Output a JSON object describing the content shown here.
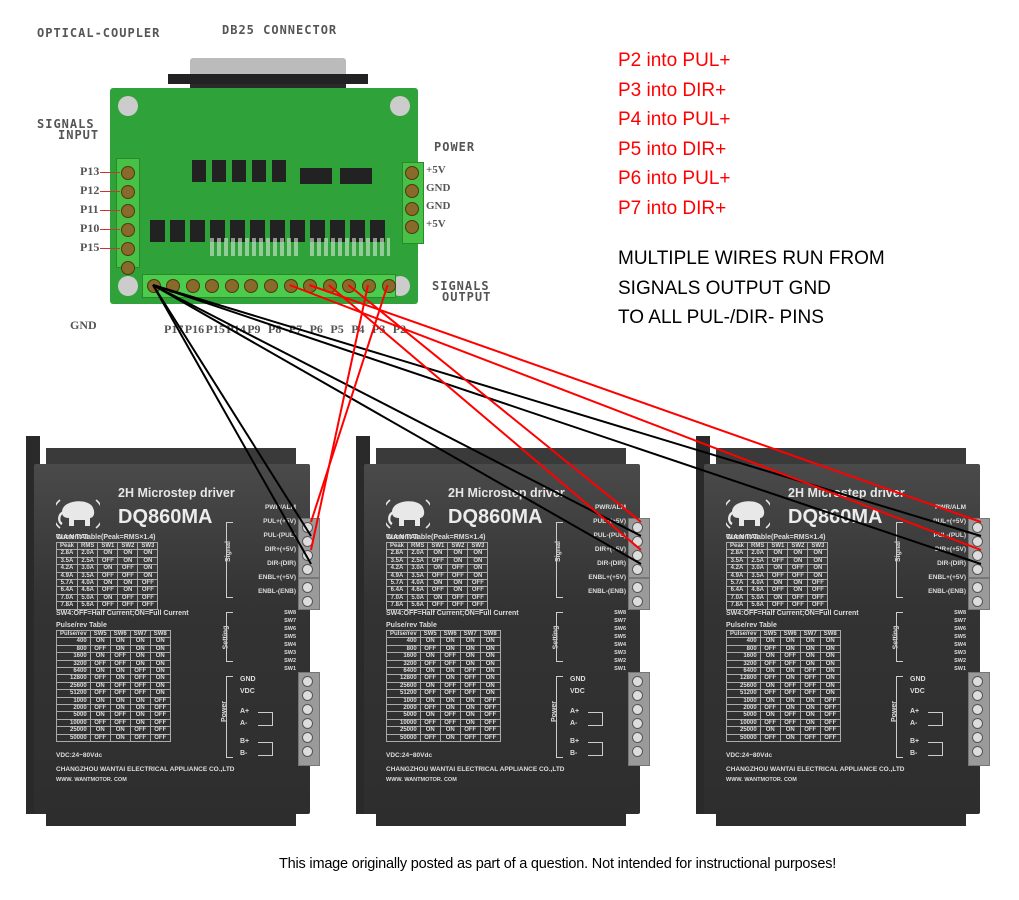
{
  "board": {
    "labels": {
      "optical_coupler": "OPTICAL-COUPLER",
      "db25_connector": "DB25 CONNECTOR",
      "signals_input_line1": "SIGNALS",
      "signals_input_line2": "INPUT",
      "power": "POWER",
      "signals_output_line1": "SIGNALS",
      "signals_output_line2": "OUTPUT",
      "gnd": "GND"
    },
    "input_pins": [
      "P13",
      "P12",
      "P11",
      "P10",
      "P15"
    ],
    "power_pins": [
      "+5V",
      "GND",
      "GND",
      "+5V"
    ],
    "output_pins": [
      "P17",
      "P16",
      "P15",
      "P14",
      "P9",
      "P8",
      "P7",
      "P6",
      "P5",
      "P4",
      "P3",
      "P2"
    ]
  },
  "notes": {
    "red_lines": [
      "P2 into PUL+",
      "P3 into DIR+",
      "P4 into PUL+",
      "P5 into DIR+",
      "P6 into PUL+",
      "P7 into DIR+"
    ],
    "black_lines": [
      "MULTIPLE WIRES RUN FROM",
      "SIGNALS OUTPUT GND",
      "TO ALL PUL-/DIR- PINS"
    ],
    "colors": {
      "red": "#ff0000",
      "black": "#000000"
    }
  },
  "wiring": {
    "signal_wires": [
      {
        "from": "P2",
        "to": "driver1.PUL+"
      },
      {
        "from": "P3",
        "to": "driver1.DIR+"
      },
      {
        "from": "P4",
        "to": "driver2.PUL+"
      },
      {
        "from": "P5",
        "to": "driver2.DIR+"
      },
      {
        "from": "P6",
        "to": "driver3.PUL+"
      },
      {
        "from": "P7",
        "to": "driver3.DIR+"
      }
    ],
    "ground_wires": [
      {
        "from": "GND",
        "to": "driver1.PUL-"
      },
      {
        "from": "GND",
        "to": "driver1.DIR-"
      },
      {
        "from": "GND",
        "to": "driver2.PUL-"
      },
      {
        "from": "GND",
        "to": "driver2.DIR-"
      },
      {
        "from": "GND",
        "to": "driver3.PUL-"
      },
      {
        "from": "GND",
        "to": "driver3.DIR-"
      }
    ]
  },
  "driver": {
    "title": "2H Microstep driver",
    "model": "DQ860MA",
    "brand": "WANTAI",
    "status_label": "PWR/ALM",
    "signal_group": "Signal",
    "signal_terminals": [
      "PUL+(+5V)",
      "PUL-(PUL)",
      "DIR+(+5V)",
      "DIR-(DIR)",
      "ENBL+(+5V)",
      "ENBL-(ENB)"
    ],
    "setting_group": "Setting",
    "switches": [
      "SW8",
      "SW7",
      "SW6",
      "SW5",
      "SW4",
      "SW3",
      "SW2",
      "SW1"
    ],
    "power_group": "Power",
    "power_terminals": [
      "GND",
      "VDC",
      "A+",
      "A-",
      "B+",
      "B-"
    ],
    "current_table": {
      "title": "Current Table(Peak=RMS×1.4)",
      "headers": [
        "Peak",
        "RMS",
        "SW1",
        "SW2",
        "SW3"
      ],
      "rows": [
        [
          "2.8A",
          "2.0A",
          "ON",
          "ON",
          "ON"
        ],
        [
          "3.5A",
          "2.5A",
          "OFF",
          "ON",
          "ON"
        ],
        [
          "4.2A",
          "3.0A",
          "ON",
          "OFF",
          "ON"
        ],
        [
          "4.9A",
          "3.5A",
          "OFF",
          "OFF",
          "ON"
        ],
        [
          "5.7A",
          "4.0A",
          "ON",
          "ON",
          "OFF"
        ],
        [
          "6.4A",
          "4.6A",
          "OFF",
          "ON",
          "OFF"
        ],
        [
          "7.0A",
          "5.0A",
          "ON",
          "OFF",
          "OFF"
        ],
        [
          "7.8A",
          "5.6A",
          "OFF",
          "OFF",
          "OFF"
        ]
      ],
      "note": "SW4:OFF=Half Current;ON=Full Current"
    },
    "pulse_table": {
      "title": "Pulse/rev Table",
      "headers": [
        "Pulse/rev",
        "SW5",
        "SW6",
        "SW7",
        "SW8"
      ],
      "rows": [
        [
          "400",
          "ON",
          "ON",
          "ON",
          "ON"
        ],
        [
          "800",
          "OFF",
          "ON",
          "ON",
          "ON"
        ],
        [
          "1600",
          "ON",
          "OFF",
          "ON",
          "ON"
        ],
        [
          "3200",
          "OFF",
          "OFF",
          "ON",
          "ON"
        ],
        [
          "6400",
          "ON",
          "ON",
          "OFF",
          "ON"
        ],
        [
          "12800",
          "OFF",
          "ON",
          "OFF",
          "ON"
        ],
        [
          "25600",
          "ON",
          "OFF",
          "OFF",
          "ON"
        ],
        [
          "51200",
          "OFF",
          "OFF",
          "OFF",
          "ON"
        ],
        [
          "1000",
          "ON",
          "ON",
          "ON",
          "OFF"
        ],
        [
          "2000",
          "OFF",
          "ON",
          "ON",
          "OFF"
        ],
        [
          "5000",
          "ON",
          "OFF",
          "ON",
          "OFF"
        ],
        [
          "10000",
          "OFF",
          "OFF",
          "ON",
          "OFF"
        ],
        [
          "25000",
          "ON",
          "ON",
          "OFF",
          "OFF"
        ],
        [
          "50000",
          "OFF",
          "ON",
          "OFF",
          "OFF"
        ]
      ]
    },
    "vdc": "VDC:24~80Vdc",
    "company": "CHANGZHOU WANTAI ELECTRICAL APPLIANCE CO.,LTD",
    "website": "WWW. WANTMOTOR. COM"
  },
  "disclaimer": "This image originally posted as part of a question. Not intended for instructional purposes!"
}
